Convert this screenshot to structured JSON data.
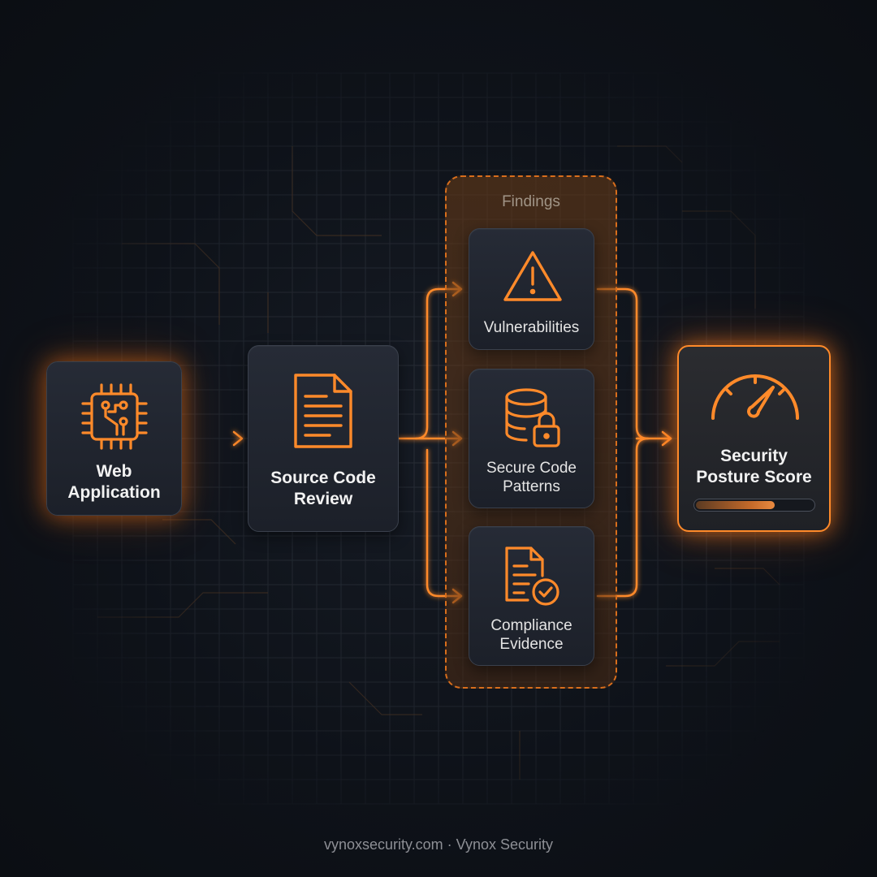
{
  "colors": {
    "accent": "#ff8a2a",
    "background": "#0c0f14",
    "card": "#22262f",
    "group_fill": "#5a3418"
  },
  "nodes": {
    "web_application": {
      "label": "Web\nApplication",
      "icon": "circuit-chip-icon"
    },
    "source_code_review": {
      "label": "Source Code\nReview",
      "icon": "document-icon"
    },
    "vulnerabilities": {
      "label": "Vulnerabilities",
      "icon": "warning-triangle-icon"
    },
    "secure_code_patterns": {
      "label": "Secure Code\nPatterns",
      "icon": "database-lock-icon"
    },
    "compliance_evidence": {
      "label": "Compliance\nEvidence",
      "icon": "document-check-icon"
    },
    "security_posture_score": {
      "label": "Security\nPosture Score",
      "icon": "gauge-icon",
      "score_fill_percent": 68
    }
  },
  "findings_group": {
    "title": "Findings"
  },
  "footer": {
    "text": "vynoxsecurity.com · Vynox Security"
  }
}
